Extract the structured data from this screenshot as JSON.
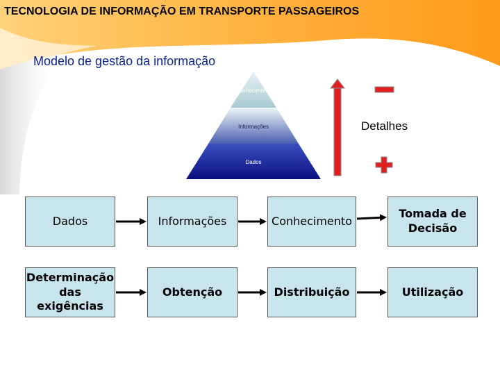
{
  "slide": {
    "title": "TECNOLOGIA DE INFORMAÇÃO EM TRANSPORTE PASSAGEIROS",
    "subtitle": "Modelo de gestão da informação"
  },
  "pyramid": {
    "levels": [
      {
        "label": "Conhecimento",
        "color": "#c7e1e6"
      },
      {
        "label": "Informações",
        "color": "#4a5fb0"
      },
      {
        "label": "Dados",
        "color": "#141a8c"
      }
    ]
  },
  "scale": {
    "minus_symbol": "−",
    "plus_symbol": "+",
    "label": "Detalhes",
    "arrow_color": "#e02020"
  },
  "flow_rows": [
    {
      "boxes": [
        {
          "lines": [
            "Dados"
          ]
        },
        {
          "lines": [
            "Informações"
          ]
        },
        {
          "lines": [
            "Conhecimento"
          ]
        },
        {
          "lines": [
            "Tomada de",
            "Decisão"
          ],
          "bold": true
        }
      ]
    },
    {
      "boxes": [
        {
          "lines": [
            "Determinação",
            "das",
            "exigências"
          ],
          "bold": true
        },
        {
          "lines": [
            "Obtenção"
          ],
          "bold": true
        },
        {
          "lines": [
            "Distribuição"
          ],
          "bold": true
        },
        {
          "lines": [
            "Utilização"
          ],
          "bold": true
        }
      ]
    }
  ]
}
